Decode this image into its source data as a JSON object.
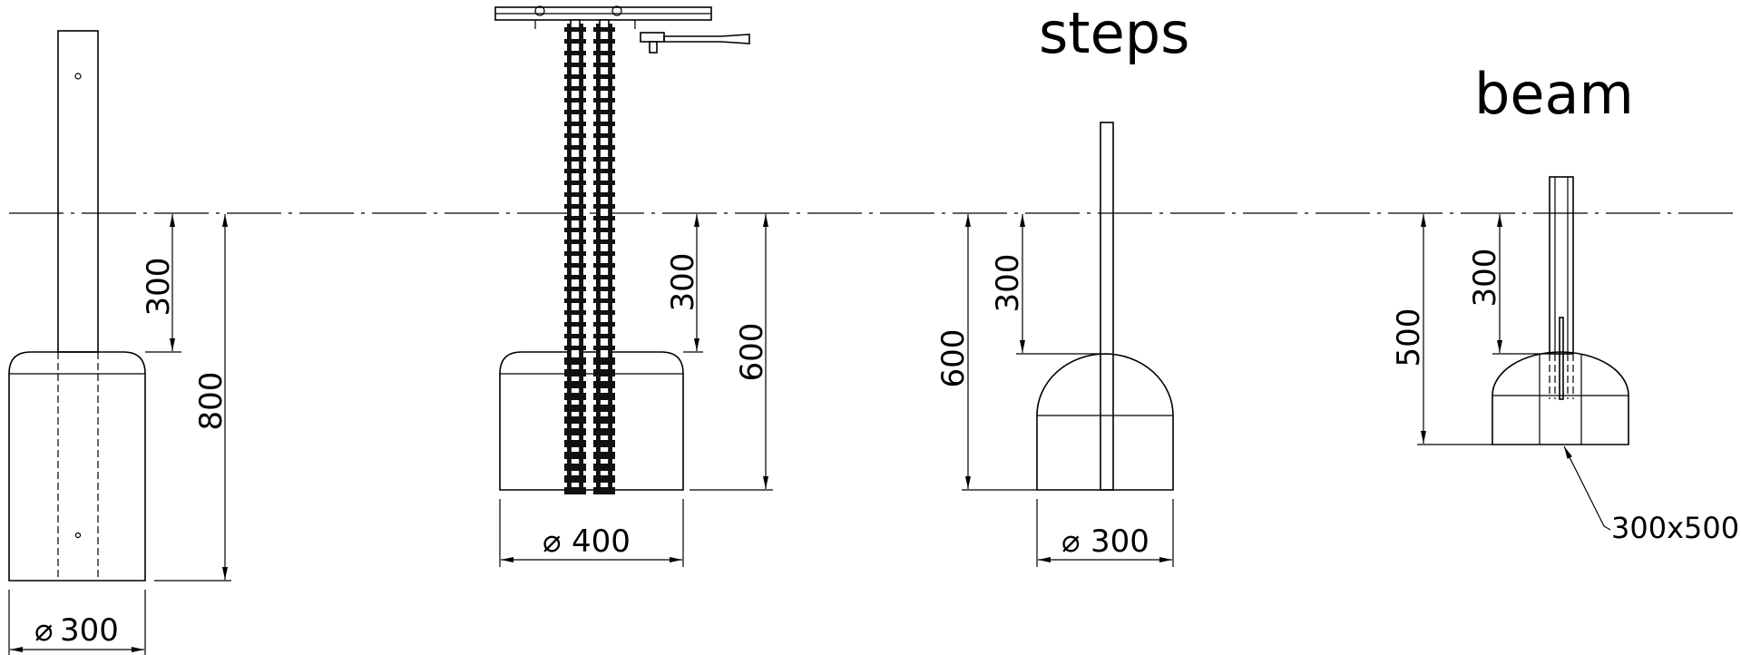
{
  "titles": {
    "steps": "steps",
    "beam": "beam"
  },
  "footing_1": {
    "depth_top": "300",
    "depth_total": "800",
    "diameter": "300"
  },
  "footing_2": {
    "depth_top": "300",
    "depth_total": "600",
    "diameter": "400"
  },
  "footing_3": {
    "depth_total": "600",
    "depth_top": "300",
    "diameter": "300"
  },
  "footing_4": {
    "depth_total": "500",
    "depth_top": "300",
    "size_callout": "300x500"
  },
  "symbols": {
    "diameter": "⌀"
  }
}
